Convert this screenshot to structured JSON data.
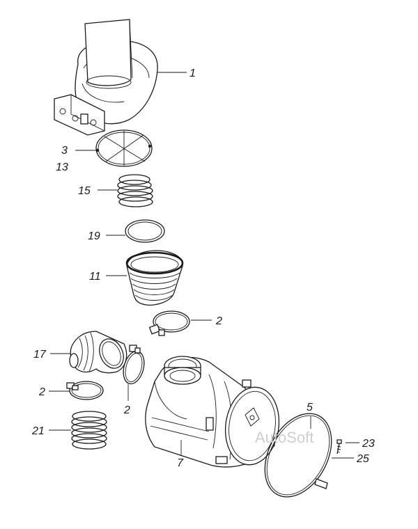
{
  "labels": {
    "p1": "1",
    "p3": "3",
    "p13": "13",
    "p15": "15",
    "p19": "19",
    "p11": "11",
    "p2a": "2",
    "p17": "17",
    "p2b": "2",
    "p2c": "2",
    "p21": "21",
    "p7": "7",
    "p5": "5",
    "p23": "23",
    "p25": "25"
  },
  "watermark": "AutoSoft",
  "colors": {
    "ink": "#1a1a1a",
    "paper": "#ffffff",
    "watermark": "#cfcfcf"
  }
}
